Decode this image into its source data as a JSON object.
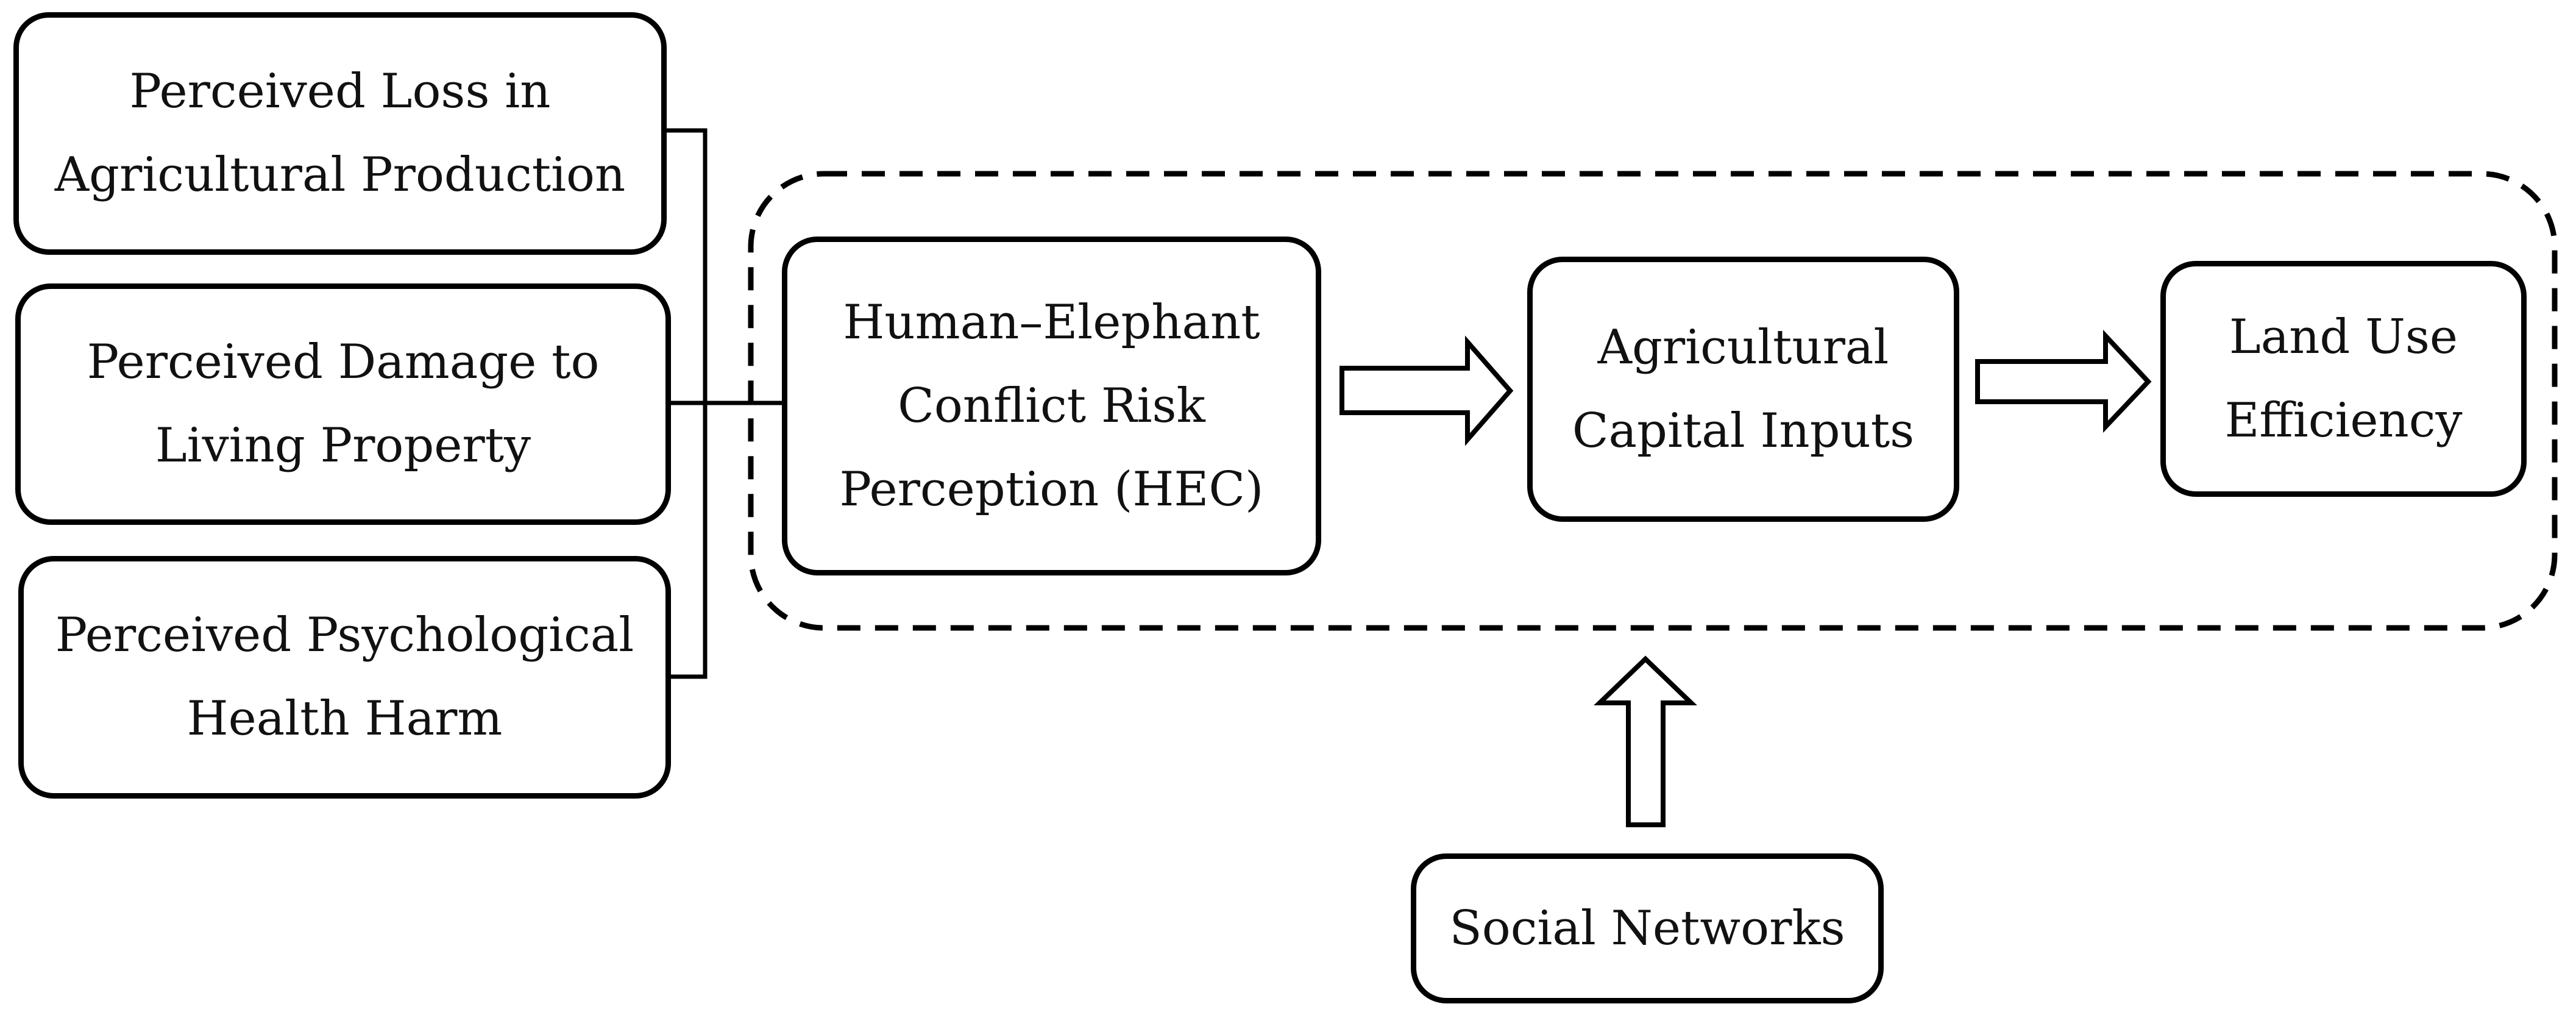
{
  "determinants": [
    {
      "lines": [
        "Perceived Loss in",
        "Agricultural Production"
      ]
    },
    {
      "lines": [
        "Perceived Damage to",
        "Living Property"
      ]
    },
    {
      "lines": [
        "Perceived Psychological",
        "Health Harm"
      ]
    }
  ],
  "chain": {
    "hec": {
      "lines": [
        "Human–Elephant",
        "Conflict Risk",
        "Perception (HEC)"
      ]
    },
    "capital": {
      "lines": [
        "Agricultural",
        "Capital Inputs"
      ]
    },
    "efficiency": {
      "lines": [
        "Land Use",
        "Efficiency"
      ]
    }
  },
  "moderator": {
    "lines": [
      "Social Networks"
    ]
  }
}
